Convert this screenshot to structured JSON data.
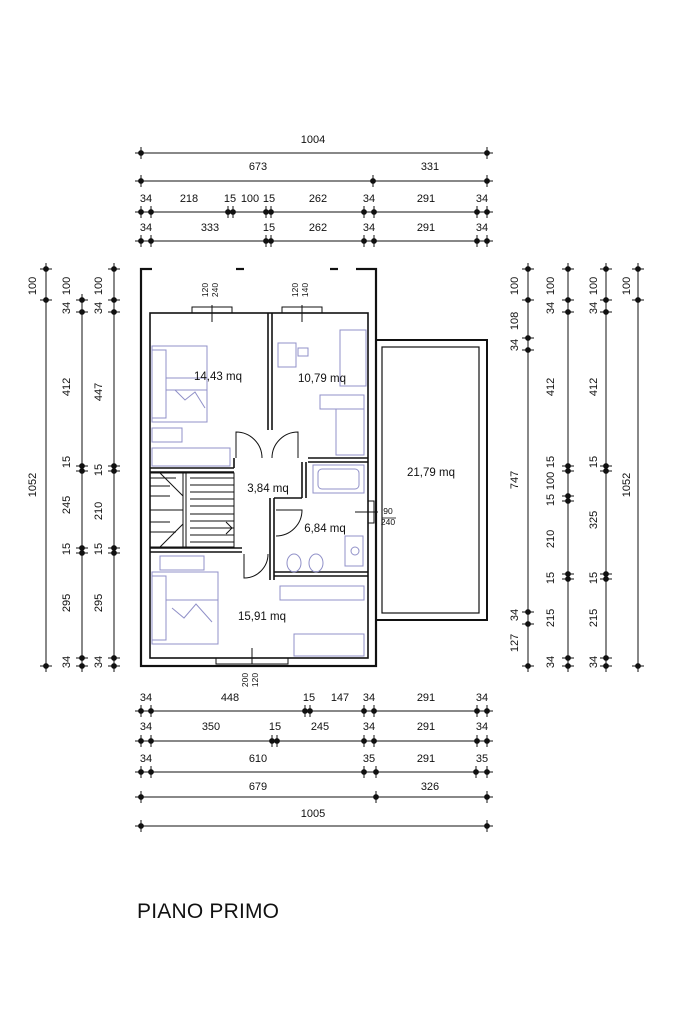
{
  "title": "PIANO PRIMO",
  "dims_top": {
    "total": "1004",
    "row2": [
      "673",
      "331"
    ],
    "row3": [
      "34",
      "218",
      "15",
      "100",
      "15",
      "262",
      "34",
      "291",
      "34"
    ],
    "row4": [
      "34",
      "333",
      "15",
      "262",
      "34",
      "291",
      "34"
    ]
  },
  "dims_bottom": {
    "row1": [
      "34",
      "448",
      "15",
      "147",
      "34",
      "291",
      "34"
    ],
    "row2": [
      "34",
      "350",
      "15",
      "245",
      "34",
      "291",
      "34"
    ],
    "row3": [
      "34",
      "610",
      "35",
      "291",
      "35"
    ],
    "row4": [
      "679",
      "326"
    ],
    "total": "1005"
  },
  "dims_left": {
    "outer": [
      "100",
      "1052"
    ],
    "mid": [
      "34",
      "412",
      "15",
      "245",
      "15",
      "295",
      "34"
    ],
    "mid_top": "100",
    "inner": [
      "100",
      "34",
      "447",
      "15",
      "210",
      "15",
      "295",
      "34"
    ]
  },
  "dims_right": {
    "c1": [
      "100",
      "108",
      "34",
      "747",
      "34",
      "127"
    ],
    "c2": [
      "100",
      "34",
      "412",
      "15",
      "100",
      "15",
      "210",
      "15",
      "215",
      "34"
    ],
    "c3": [
      "100",
      "34",
      "412",
      "15",
      "325",
      "15",
      "215",
      "34"
    ],
    "c4": [
      "100",
      "1052"
    ]
  },
  "rooms": {
    "bedroom1": "14,43 mq",
    "bedroom2": "10,79 mq",
    "hall": "3,84 mq",
    "bath": "6,84 mq",
    "terrace": "21,79 mq",
    "bedroom3": "15,91 mq"
  },
  "windows": {
    "w1": [
      "120",
      "240"
    ],
    "w2": [
      "120",
      "140"
    ],
    "w3": [
      "90",
      "240"
    ],
    "w4": [
      "200",
      "120"
    ]
  }
}
